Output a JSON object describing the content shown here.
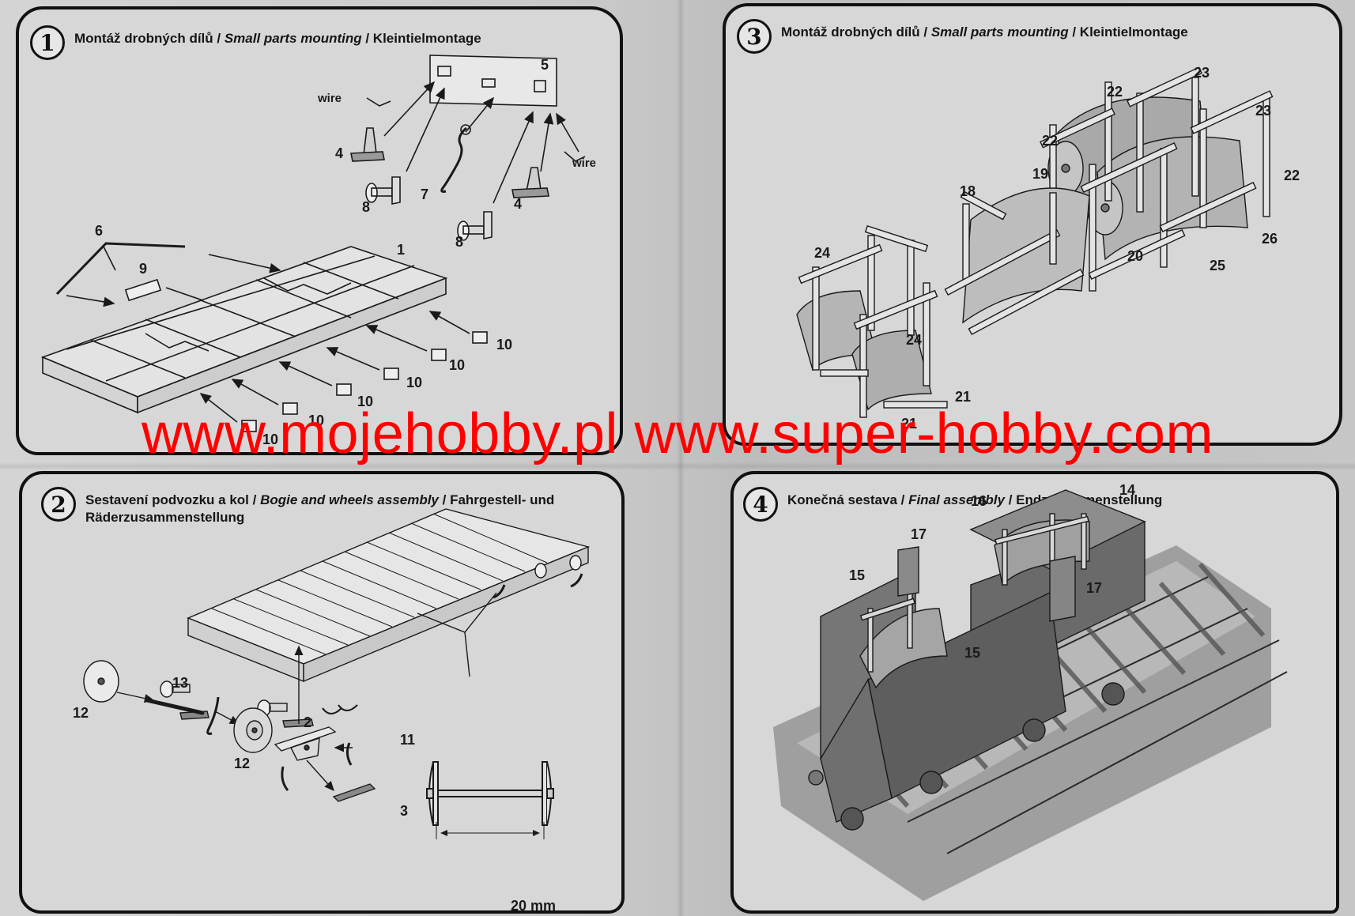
{
  "steps": [
    {
      "number": "1",
      "title_cz": "Montáž drobných dílů",
      "sep1": " / ",
      "title_en": "Small parts mounting",
      "sep2": " / ",
      "title_de": "Kleintielmontage",
      "labels": [
        "5",
        "wire",
        "wire",
        "4",
        "4",
        "7",
        "8",
        "8",
        "6",
        "9",
        "1",
        "10",
        "10",
        "10",
        "10",
        "10",
        "10"
      ]
    },
    {
      "number": "2",
      "title_cz": "Sestavení podvozku a kol",
      "sep1": " / ",
      "title_en": "Bogie and wheels assembly",
      "sep2": " / ",
      "title_de": "Fahrgestell- und",
      "title_de_line2": "Räderzusammenstellung",
      "labels": [
        "13",
        "12",
        "12",
        "2",
        "11",
        "3"
      ],
      "dimension": "20 mm"
    },
    {
      "number": "3",
      "title_cz": "Montáž drobných dílů",
      "sep1": " / ",
      "title_en": "Small parts mounting",
      "sep2": " / ",
      "title_de": "Kleintielmontage",
      "labels": [
        "23",
        "22",
        "23",
        "22",
        "22",
        "19",
        "18",
        "24",
        "24",
        "20",
        "26",
        "25",
        "21",
        "21"
      ]
    },
    {
      "number": "4",
      "title_cz": "Konečná sestava",
      "sep1": " / ",
      "title_en": "Final assembly",
      "sep2": " / ",
      "title_de": "Endzusammenstellung",
      "labels": [
        "16",
        "14",
        "17",
        "15",
        "17",
        "15"
      ]
    }
  ],
  "watermark": "www.mojehobby.pl www.super-hobby.com",
  "icons": [
    "step-number-badge"
  ]
}
